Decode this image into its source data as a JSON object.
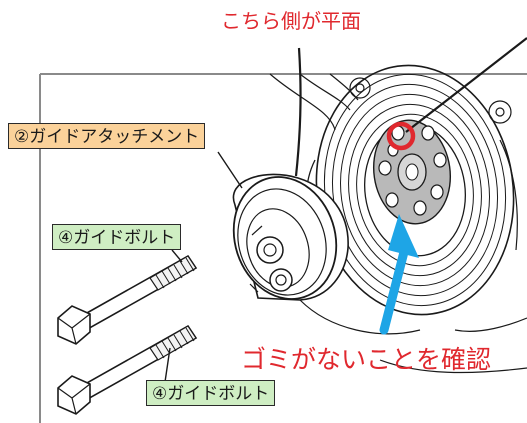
{
  "labels": {
    "flat_side": "こちら側が平面",
    "guide_attachment": "②ガイドアタッチメント",
    "guide_bolt_top": "④ガイドボルト",
    "guide_bolt_bottom": "④ガイドボルト",
    "check_debris": "ゴミがないことを確認"
  },
  "colors": {
    "attention_red": "#e0282e",
    "arrow_blue": "#1ea5e6",
    "label_orange": "#fbd29a",
    "label_green": "#cfeec3",
    "line_dark": "#1a1a1a"
  },
  "icons": {
    "marker": "red-circle-marker",
    "arrow": "blue-arrow"
  }
}
